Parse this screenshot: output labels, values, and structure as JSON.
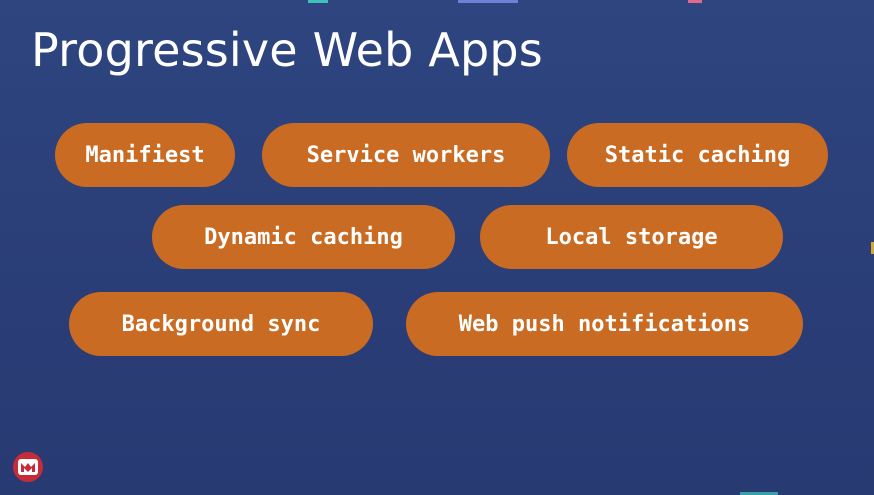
{
  "slide": {
    "title": "Progressive Web Apps",
    "topics": [
      "Manifiest",
      "Service workers",
      "Static caching",
      "Dynamic caching",
      "Local storage",
      "Background sync",
      "Web push notifications"
    ]
  },
  "colors": {
    "background": "#2b3f78",
    "pill": "#c96b22",
    "text": "#ffffff",
    "logo": "#c72b3a"
  },
  "icons": {
    "logo": "presenter-logo-icon"
  }
}
